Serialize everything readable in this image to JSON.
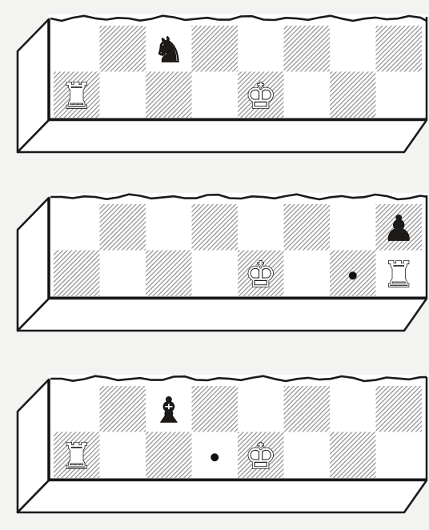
{
  "colors": {
    "light_square": "#ffffff",
    "dark_square_hatch": "#9a9a9a",
    "outline": "#1a1a1a",
    "white_piece": "#ffffff",
    "black_piece": "#1e1a18"
  },
  "boards": [
    {
      "name": "board-1",
      "rows": 2,
      "cols": 8,
      "pieces": [
        {
          "row": 0,
          "col": 2,
          "glyph": "♞",
          "side": "black",
          "name": "black-knight-icon"
        },
        {
          "row": 1,
          "col": 0,
          "glyph": "♜",
          "side": "white",
          "name": "white-rook-icon"
        },
        {
          "row": 1,
          "col": 4,
          "glyph": "♚",
          "side": "white",
          "name": "white-king-icon"
        }
      ],
      "dots": []
    },
    {
      "name": "board-2",
      "rows": 2,
      "cols": 8,
      "pieces": [
        {
          "row": 0,
          "col": 7,
          "glyph": "♟",
          "side": "black",
          "name": "black-pawn-icon"
        },
        {
          "row": 1,
          "col": 4,
          "glyph": "♚",
          "side": "white",
          "name": "white-king-icon"
        },
        {
          "row": 1,
          "col": 7,
          "glyph": "♜",
          "side": "white",
          "name": "white-rook-icon"
        }
      ],
      "dots": [
        {
          "row": 1,
          "col": 6,
          "name": "target-dot-icon"
        }
      ]
    },
    {
      "name": "board-3",
      "rows": 2,
      "cols": 8,
      "pieces": [
        {
          "row": 0,
          "col": 2,
          "glyph": "♝",
          "side": "black",
          "name": "black-bishop-icon"
        },
        {
          "row": 1,
          "col": 0,
          "glyph": "♜",
          "side": "white",
          "name": "white-rook-icon"
        },
        {
          "row": 1,
          "col": 4,
          "glyph": "♚",
          "side": "white",
          "name": "white-king-icon"
        }
      ],
      "dots": [
        {
          "row": 1,
          "col": 3,
          "name": "target-dot-icon"
        }
      ]
    }
  ]
}
